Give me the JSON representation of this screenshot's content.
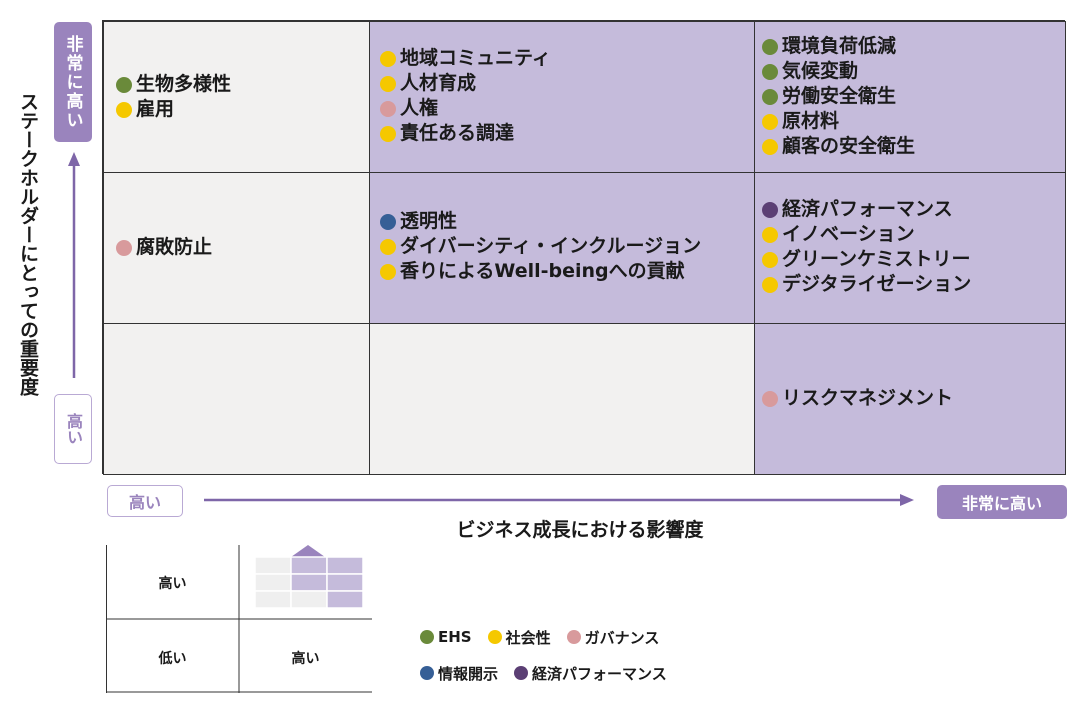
{
  "colors": {
    "ehs": "#6a8a3a",
    "social": "#f5c800",
    "governance": "#d89a9c",
    "disclosure": "#365f96",
    "economic": "#5b3f74",
    "purple_cell": "#c5bbdb",
    "light_cell": "#f2f1f0",
    "accent": "#9a84bd"
  },
  "axes": {
    "y_title": "ステークホルダーにとっての重要度",
    "y_high": "非常に高い",
    "y_low": "高い",
    "x_title": "ビジネス成長における影響度",
    "x_low": "高い",
    "x_high": "非常に高い"
  },
  "matrix": {
    "top_left": [
      {
        "label": "生物多様性",
        "category": "ehs"
      },
      {
        "label": "雇用",
        "category": "social"
      }
    ],
    "top_mid": [
      {
        "label": "地域コミュニティ",
        "category": "social"
      },
      {
        "label": "人材育成",
        "category": "social"
      },
      {
        "label": "人権",
        "category": "governance"
      },
      {
        "label": "責任ある調達",
        "category": "social"
      }
    ],
    "top_right": [
      {
        "label": "環境負荷低減",
        "category": "ehs"
      },
      {
        "label": "気候変動",
        "category": "ehs"
      },
      {
        "label": "労働安全衛生",
        "category": "ehs"
      },
      {
        "label": "原材料",
        "category": "social"
      },
      {
        "label": "顧客の安全衛生",
        "category": "social"
      }
    ],
    "mid_left": [
      {
        "label": "腐敗防止",
        "category": "governance"
      }
    ],
    "mid_mid": [
      {
        "label": "透明性",
        "category": "disclosure"
      },
      {
        "label": "ダイバーシティ・インクルージョン",
        "category": "social"
      },
      {
        "label": "香りによるWell-beingへの貢献",
        "category": "social"
      }
    ],
    "mid_right": [
      {
        "label": "経済パフォーマンス",
        "category": "economic"
      },
      {
        "label": "イノベーション",
        "category": "social"
      },
      {
        "label": "グリーンケミストリー",
        "category": "social"
      },
      {
        "label": "デジタライゼーション",
        "category": "social"
      }
    ],
    "bottom_left": [],
    "bottom_mid": [],
    "bottom_right": [
      {
        "label": "リスクマネジメント",
        "category": "governance"
      }
    ]
  },
  "small_table": {
    "row_high": "高い",
    "row_low": "低い",
    "col_high": "高い"
  },
  "legend": [
    {
      "label": "EHS",
      "category": "ehs"
    },
    {
      "label": "社会性",
      "category": "social"
    },
    {
      "label": "ガバナンス",
      "category": "governance"
    },
    {
      "label": "情報開示",
      "category": "disclosure"
    },
    {
      "label": "経済パフォーマンス",
      "category": "economic"
    }
  ]
}
